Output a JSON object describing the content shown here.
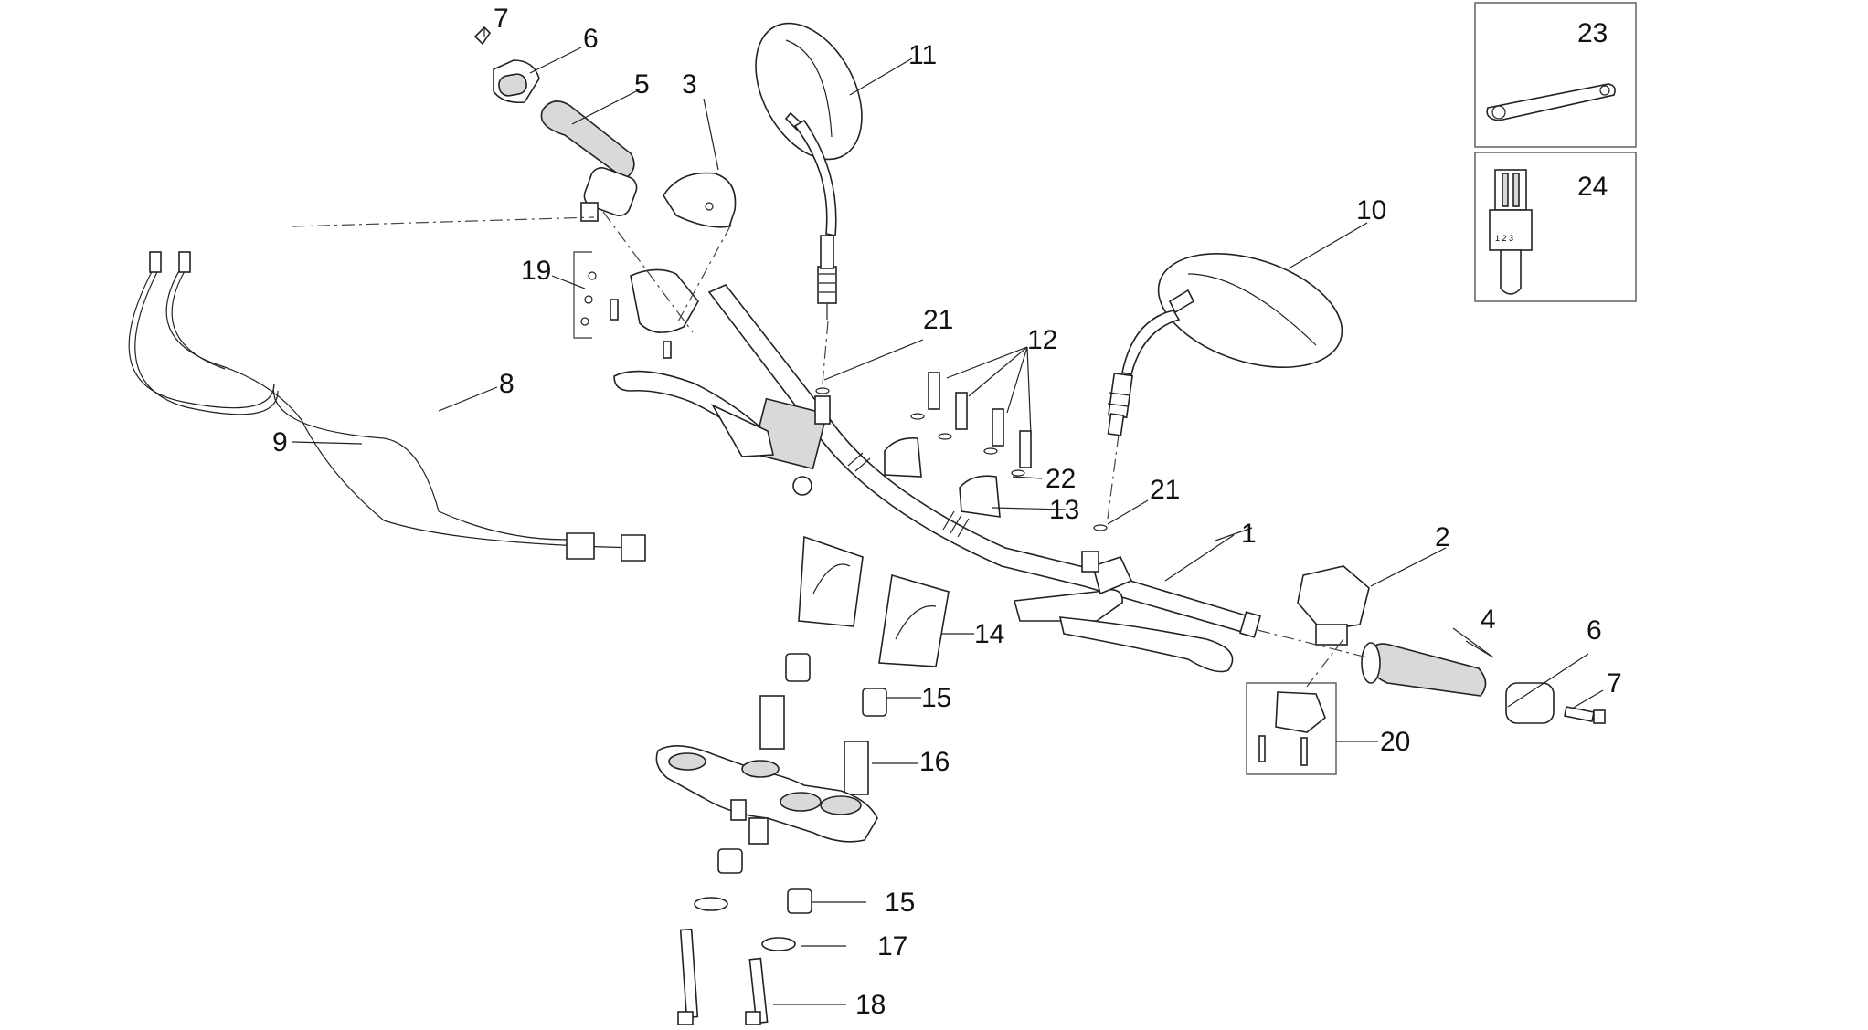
{
  "labels": {
    "p1": "1",
    "p2": "2",
    "p3": "3",
    "p4": "4",
    "p5": "5",
    "p6a": "6",
    "p6b": "6",
    "p7a": "7",
    "p7b": "7",
    "p8": "8",
    "p9": "9",
    "p10": "10",
    "p11": "11",
    "p12": "12",
    "p13": "13",
    "p14": "14",
    "p15a": "15",
    "p15b": "15",
    "p16": "16",
    "p17": "17",
    "p18": "18",
    "p19": "19",
    "p20": "20",
    "p21a": "21",
    "p21b": "21",
    "p22": "22",
    "p23": "23",
    "p24": "24"
  },
  "kit_labels": {
    "k1": "1 2 3"
  }
}
